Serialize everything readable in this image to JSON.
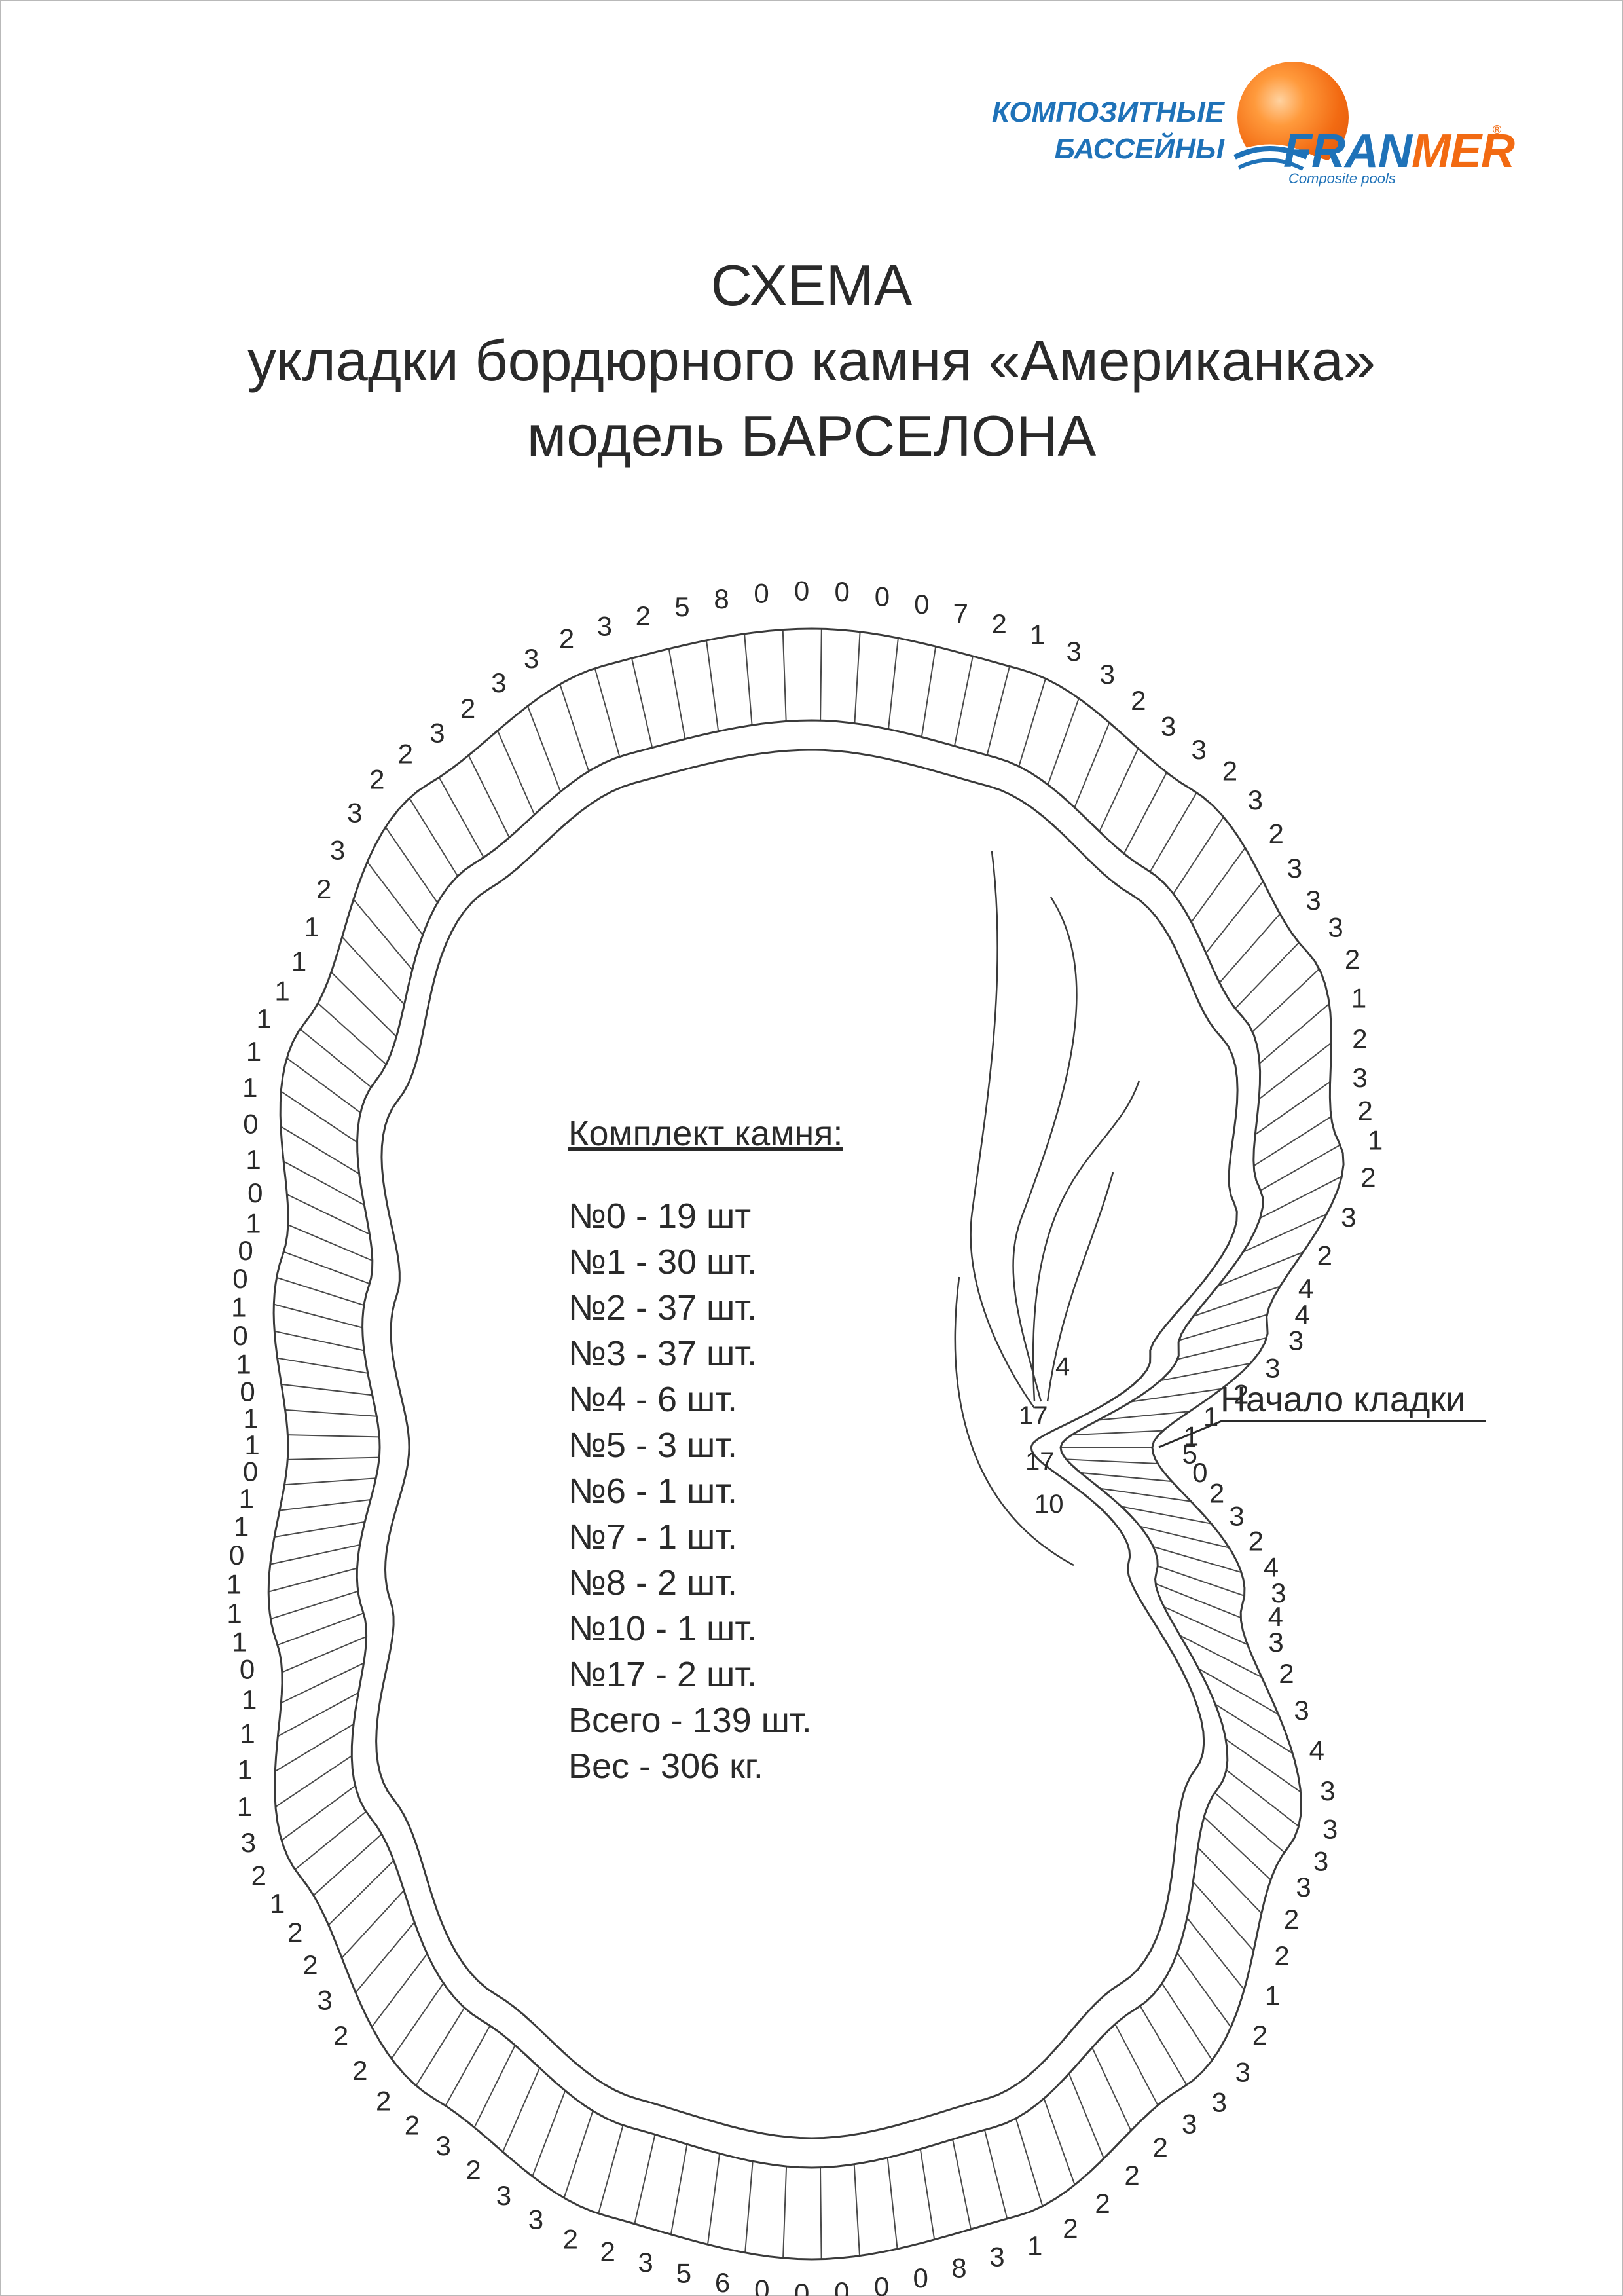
{
  "logo": {
    "line1": "КОМПОЗИТНЫЕ",
    "line2": "БАССЕЙНЫ",
    "brand_a": "FRAN",
    "brand_b": "MER",
    "registered": "®",
    "subtitle": "Composite pools"
  },
  "title": {
    "line1": "СХЕМА",
    "line2": "укладки бордюрного камня «Американка»",
    "line3": "модель БАРСЕЛОНА"
  },
  "legend": {
    "heading": "Комплект камня:",
    "items": [
      "№0 - 19 шт",
      "№1 - 30 шт.",
      "№2 - 37 шт.",
      "№3 - 37 шт.",
      "№4 - 6 шт.",
      "№5 - 3 шт.",
      "№6 - 1 шт.",
      "№7 - 1 шт.",
      "№8 - 2 шт.",
      "№10 - 1 шт.",
      "№17 - 2 шт.",
      "Всего - 139 шт.",
      "Вес - 306 кг."
    ]
  },
  "diagram": {
    "start_label": "Начало кладки",
    "notch_labels": [
      "4",
      "17",
      "17",
      "10"
    ],
    "stone_numbers": [
      "5",
      "0",
      "2",
      "3",
      "2",
      "4",
      "3",
      "4",
      "3",
      "2",
      "3",
      "4",
      "3",
      "3",
      "3",
      "3",
      "2",
      "2",
      "1",
      "2",
      "3",
      "3",
      "3",
      "2",
      "2",
      "2",
      "2",
      "1",
      "3",
      "8",
      "0",
      "0",
      "0",
      "0",
      "0",
      "6",
      "5",
      "3",
      "2",
      "2",
      "3",
      "3",
      "2",
      "3",
      "2",
      "2",
      "2",
      "2",
      "3",
      "2",
      "2",
      "1",
      "2",
      "3",
      "1",
      "1",
      "1",
      "1",
      "0",
      "1",
      "1",
      "1",
      "0",
      "1",
      "1",
      "0",
      "1",
      "1",
      "0",
      "1",
      "0",
      "1",
      "0",
      "0",
      "1",
      "0",
      "1",
      "0",
      "1",
      "1",
      "1",
      "1",
      "1",
      "1",
      "2",
      "3",
      "3",
      "2",
      "2",
      "3",
      "2",
      "3",
      "3",
      "2",
      "3",
      "2",
      "5",
      "8",
      "0",
      "0",
      "0",
      "0",
      "0",
      "7",
      "2",
      "1",
      "3",
      "3",
      "2",
      "3",
      "3",
      "2",
      "3",
      "2",
      "3",
      "3",
      "3",
      "2",
      "1",
      "2",
      "3",
      "2",
      "1",
      "2",
      "3",
      "2",
      "4",
      "4",
      "3",
      "3",
      "2",
      "1",
      "1"
    ]
  }
}
